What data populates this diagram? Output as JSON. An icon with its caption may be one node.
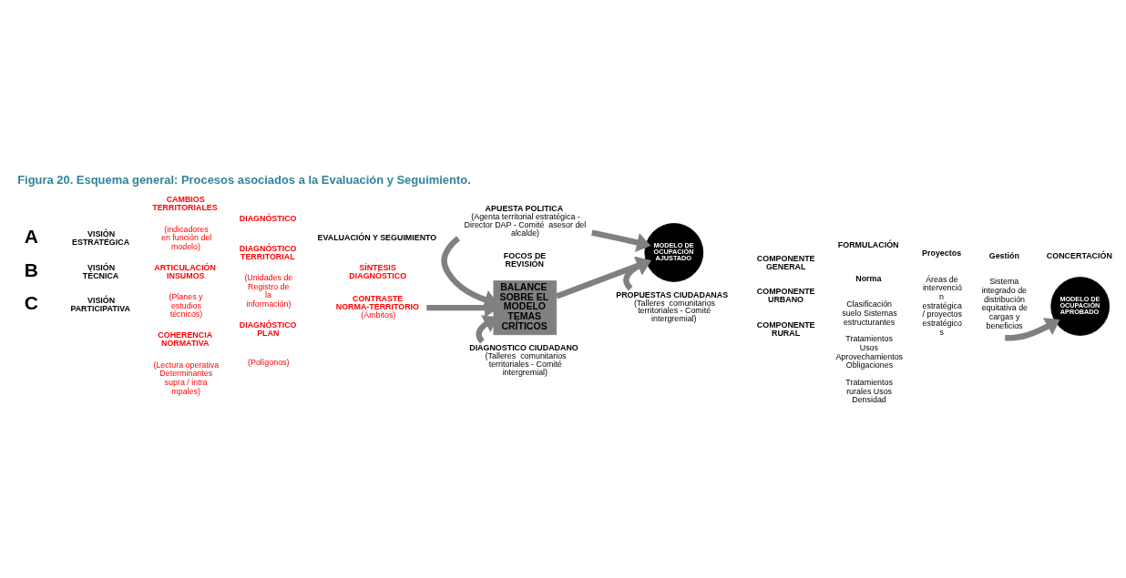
{
  "diagram": {
    "title": "Figura 20. Esquema general: Procesos asociados a la Evaluación y Seguimiento.",
    "nodes": [
      {
        "text": [
          "APUESTA POLITICA",
          "(Agenta territorial estratégica - Director DAP - Comité  asesor del alcalde)"
        ]
      },
      {
        "text": [
          "CONTRASTE NORMA-TERRITORIO",
          "(Ámbitos)"
        ]
      },
      {
        "text": [
          "BALANCE SOBRE EL MODELO TEMAS CRÍTICOS"
        ]
      },
      {
        "text": [
          "MODELO DE OCUPACIÓN AJUSTADO"
        ]
      },
      {
        "text": [
          "DIAGNOSTICO CIUDADANO",
          "(Talleres  comunitarios territoriales - Comité intergremial)"
        ]
      },
      {
        "text": [
          "PROPUESTAS CIUDADANAS",
          "(Talleres  comunitarios territoriales - Comité intergremial)"
        ]
      },
      {
        "text": [
          "MODELO DE OCUPACIÓN APROBADO"
        ]
      }
    ],
    "edges": [
      {
        "from": 0,
        "to": 2,
        "arrow": "to"
      },
      {
        "from": 0,
        "to": 3,
        "arrow": "to"
      },
      {
        "from": 1,
        "to": 2,
        "arrow": "to"
      },
      {
        "from": 2,
        "to": 3,
        "arrow": "to"
      },
      {
        "from": 4,
        "to": 2,
        "arrow": "to"
      },
      {
        "from": 5,
        "to": 3,
        "arrow": "to"
      },
      {
        "from": null,
        "to": 6,
        "arrow": "to"
      }
    ],
    "labels": [
      "A",
      "VISIÓN ESTRATÉGICA",
      "B",
      "VISIÓN TÉCNICA",
      "EVALUACIÓN Y SEGUIMIENTO",
      "DIAGNÓSTICO",
      "SÍNTESIS DIAGNÓSTICO",
      "FOCOS DE REVISIÓN",
      "FORMULACIÓN",
      "CONCERTACIÓN",
      "CAMBIOS TERRITORIALES",
      "(indicadores en función del modelo)",
      "ARTICULACIÓN INSUMOS",
      "(Planes y estudios técnicos)",
      "COHERENCIA NORMATIVA",
      "(Lectura operativa Determinantes supra / intra mpales)",
      "DIAGNÓSTICO TERRITORIAL",
      "(Unidades de Registro de la información)",
      "DIAGNÓSTICO PLAN",
      "(Polígonos)",
      "Norma",
      "Proyectos",
      "Gestión",
      "COMPONENTE GENERAL",
      "Clasificación suelo Sistemas estructurantes",
      "Áreas de intervenció n estratégica / proyectos estratégico s",
      "Sistema integrado de distribución equitativa de cargas y beneficios",
      "COMPONENTE URBANO",
      "Tratamientos Usos Aprovechamientos Obligaciones",
      "COMPONENTE RURAL",
      "Tratamientos rurales Usos Densidad",
      "C",
      "VISIÓN PARTICIPATIVA"
    ]
  }
}
